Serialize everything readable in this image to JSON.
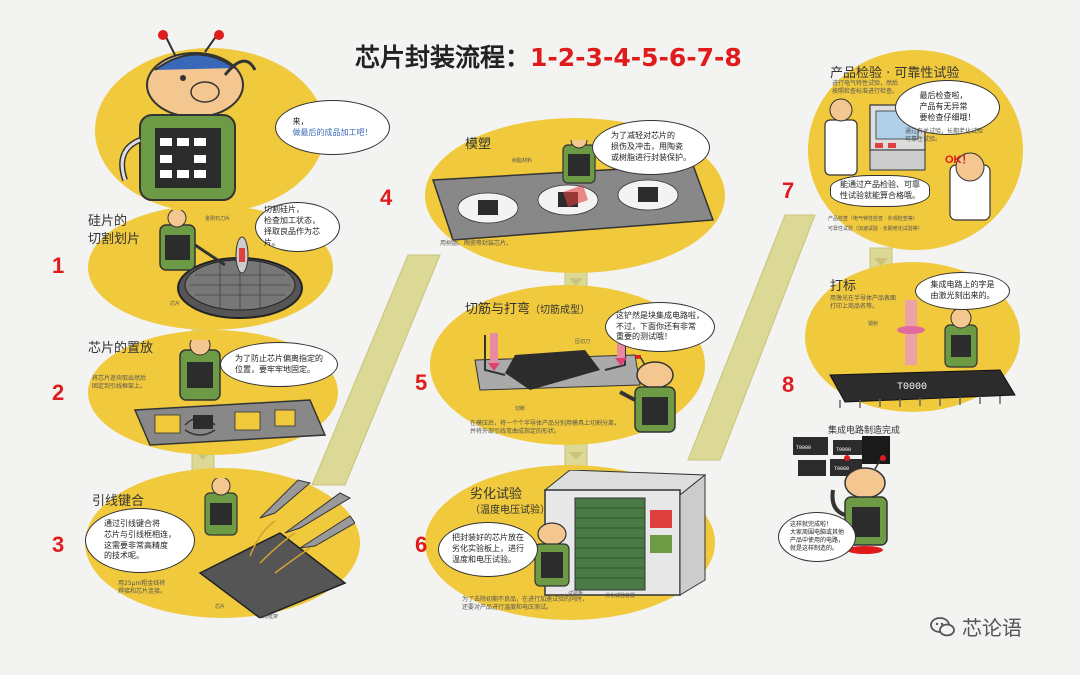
{
  "title": {
    "prefix": "芯片封装流程：",
    "sequence": "1-2-3-4-5-6-7-8"
  },
  "intro_bubble": [
    "来，",
    "做最后的成品加工吧！"
  ],
  "steps": [
    {
      "num": "1",
      "label_lines": [
        "硅片的",
        "切割划片"
      ],
      "bubble": [
        "切割硅片，",
        "检查加工状态，",
        "择取良品作为芯片。"
      ],
      "notes": [
        "金刚石刀片",
        "芯片"
      ]
    },
    {
      "num": "2",
      "label": "芯片的置放",
      "bubble": [
        "为了防止芯片偏离指定的",
        "位置，要牢牢地固定。"
      ],
      "note": [
        "将芯片逐块取出然后",
        "固定到引线框架上。"
      ]
    },
    {
      "num": "3",
      "label": "引线键合",
      "bubble": [
        "通过引线键合将",
        "芯片与引线框相连，",
        "这需要非常高精度",
        "的技术呢。"
      ],
      "note": [
        "用25μm粗金线将",
        "焊接和芯片连接。"
      ],
      "notes": [
        "芯片",
        "引线框架"
      ]
    },
    {
      "num": "4",
      "label": "模塑",
      "bubble": [
        "为了减轻对芯片的",
        "损伤及冲击，用陶瓷",
        "或树脂进行封装保护。"
      ],
      "note": [
        "用树脂、陶瓷等封装芯片。"
      ],
      "notes": [
        "树脂材料"
      ]
    },
    {
      "num": "5",
      "label": "切筋与打弯",
      "label_suffix": "（切筋成型）",
      "bubble": [
        "这铲然是块集成电路啦，",
        "不过，下面你还有非常",
        "重要的测试哦！"
      ],
      "note": [
        "在模压后，将一个个半导体产品分别用模具上切割分离，",
        "并将外部引线弯曲成指定的形状。"
      ],
      "notes": [
        "压切刀",
        "切断"
      ]
    },
    {
      "num": "6",
      "label": "劣化试验",
      "label_suffix": "（温度电压试验）",
      "bubble": [
        "把封装好的芯片放在",
        "劣化实验板上，进行",
        "温度和电压试验。"
      ],
      "note": [
        "为了去除初期不良品，在进行加速试验的同时，",
        "还要对产品进行温度和电压测试。"
      ],
      "notes": [
        "试验板",
        "劣化试验装置"
      ]
    },
    {
      "num": "7",
      "label": "产品检验 · 可靠性试验",
      "bubble": [
        "最后检查啦，",
        "产品有无异常",
        "要检查仔细哦！"
      ],
      "note": [
        "进行电气特性试验，然后",
        "按照检查标准进行检查。"
      ],
      "note2": [
        "通过有关试验，长期老化试验",
        "可靠性试验。"
      ],
      "bubble2": [
        "能通过产品检验、可靠",
        "性试验就能算合格哦。"
      ],
      "legend": [
        "产品检查（电气特性检查 · 外观检查等）",
        "可靠性试验（加速试验 · 长期老化试验等）"
      ],
      "ok_text": "OK！"
    },
    {
      "num": "8",
      "label": "打标",
      "bubble": [
        "集成电路上的字是",
        "由激光刻出来的。"
      ],
      "note": [
        "用激光在半导体产品表面",
        "打印上商品名等。"
      ],
      "notes": [
        "镭射"
      ],
      "chip_text": "T0000"
    }
  ],
  "final": {
    "label": "集成电路制造完成",
    "bubble": [
      "这样就完成啦！",
      "大家周围电脑或其他",
      "产品中使用的电路，",
      "就是这样制造的。"
    ],
    "chip_text": [
      "T0000",
      "T0000",
      "T0000"
    ]
  },
  "watermark": "芯论语",
  "colors": {
    "blob": "#f0c93c",
    "path": "#ddd99a",
    "accent": "#e01b1b",
    "robot_body": "#6d9a45",
    "chip": "#2c2c2c"
  }
}
